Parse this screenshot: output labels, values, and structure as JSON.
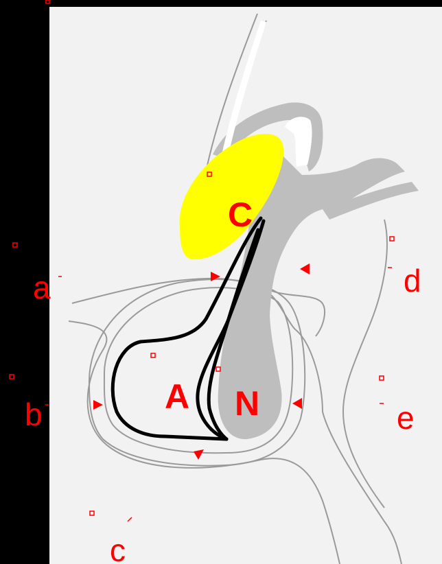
{
  "image": {
    "background_color": "#000000",
    "paper_color": "#f2f2f2",
    "label_color": "#ff0000",
    "highlight_color": "#ffff00",
    "gland_color": "#bebebe",
    "outline_color": "#000000"
  },
  "structure_labels": {
    "c_structure": "C",
    "a_structure": "A",
    "n_structure": "N"
  },
  "pointer_labels": {
    "a": "a",
    "b": "b",
    "c": "c",
    "d": "d",
    "e": "e"
  },
  "icons": [
    "arrowhead-icon",
    "square-marker-icon"
  ]
}
